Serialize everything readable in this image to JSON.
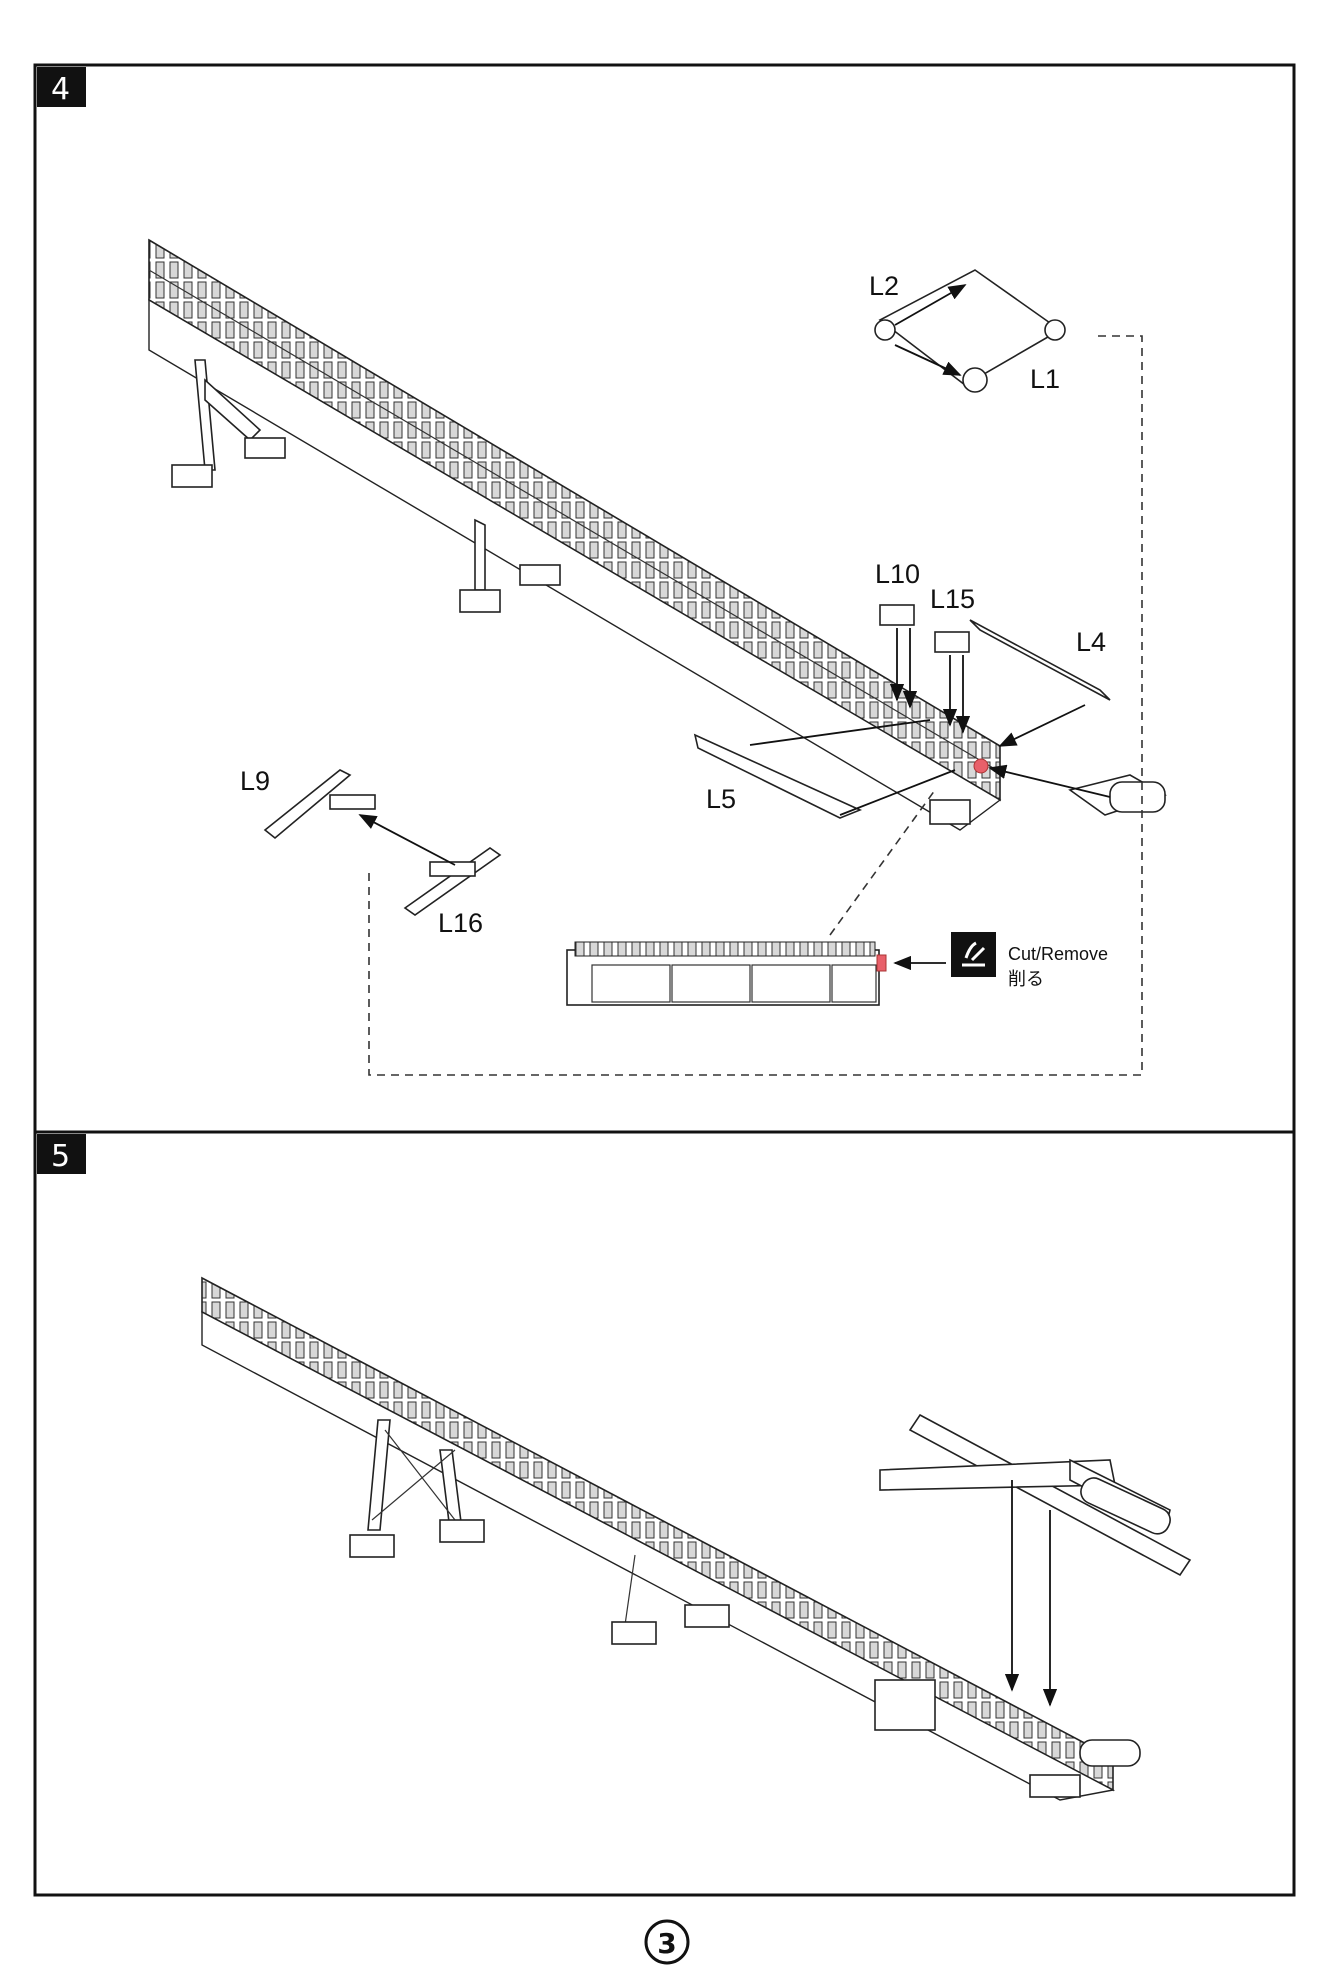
{
  "steps": [
    {
      "number": "4",
      "parts": [
        "L2",
        "L1",
        "L10",
        "L15",
        "L4",
        "L9",
        "L5",
        "L16"
      ],
      "note": {
        "en": "Cut/Remove",
        "ja": "削る",
        "icon": "cut-knife-icon",
        "highlight_color": "#e8606a"
      }
    },
    {
      "number": "5"
    }
  ],
  "page_number": "3"
}
